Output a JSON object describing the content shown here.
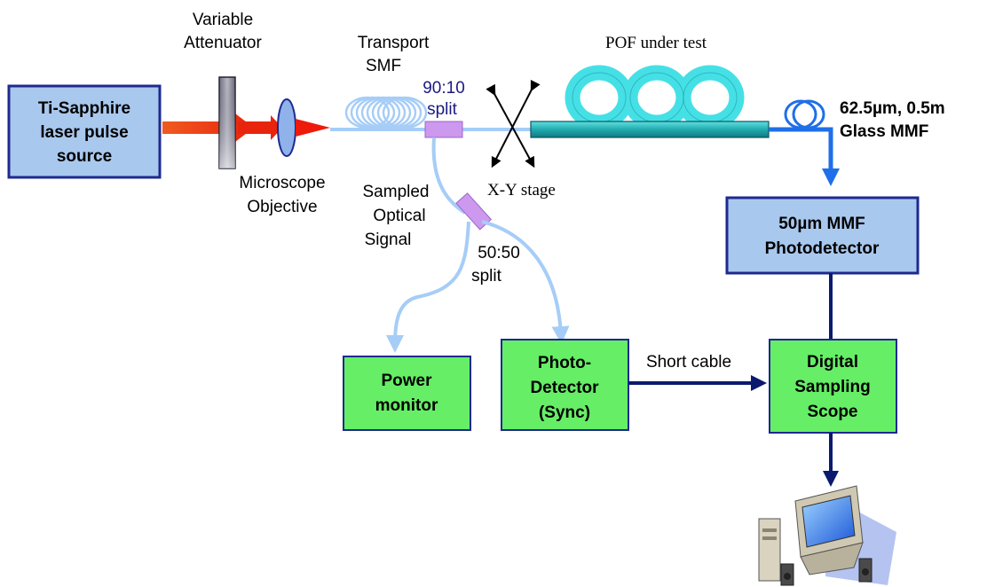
{
  "labels": {
    "variable_attenuator": [
      "Variable",
      "Attenuator"
    ],
    "transport_smf": [
      "Transport",
      "SMF"
    ],
    "split_90_10": [
      "90:10",
      "split"
    ],
    "pof_under_test": "POF under test",
    "glass_mmf": [
      "62.5µm, 0.5m",
      "Glass MMF"
    ],
    "microscope_objective": [
      "Microscope",
      "Objective"
    ],
    "sampled_optical_signal": [
      "Sampled",
      "Optical",
      "Signal"
    ],
    "xy_stage": "X-Y stage",
    "split_50_50": [
      "50:50",
      "split"
    ],
    "short_cable": "Short cable"
  },
  "boxes": {
    "laser_source": [
      "Ti-Sapphire",
      "laser pulse",
      "source"
    ],
    "mmf_photodetector": [
      "50µm MMF",
      "Photodetector"
    ],
    "power_monitor": [
      "Power",
      "monitor"
    ],
    "photo_detector_sync": [
      "Photo-",
      "Detector",
      "(Sync)"
    ],
    "digital_sampling_scope": [
      "Digital",
      "Sampling",
      "Scope"
    ]
  },
  "colors": {
    "blue_box_fill": "#a9c8ee",
    "green_box_fill": "#66ee66",
    "box_border": "#1d2a8f",
    "fiber_light": "#a6cdf7",
    "fiber_mmf": "#1f6fe8",
    "cable_dark": "#0a1a6e",
    "laser_beam": "#ee3311",
    "pof_fill": "#2bbcbc",
    "coil_cyan": "#45e0e6",
    "splitter": "#cc99ee"
  },
  "icons": [
    "computer-icon",
    "laser-beam-icon",
    "lens-icon",
    "attenuator-icon",
    "fiber-coil-icon"
  ]
}
